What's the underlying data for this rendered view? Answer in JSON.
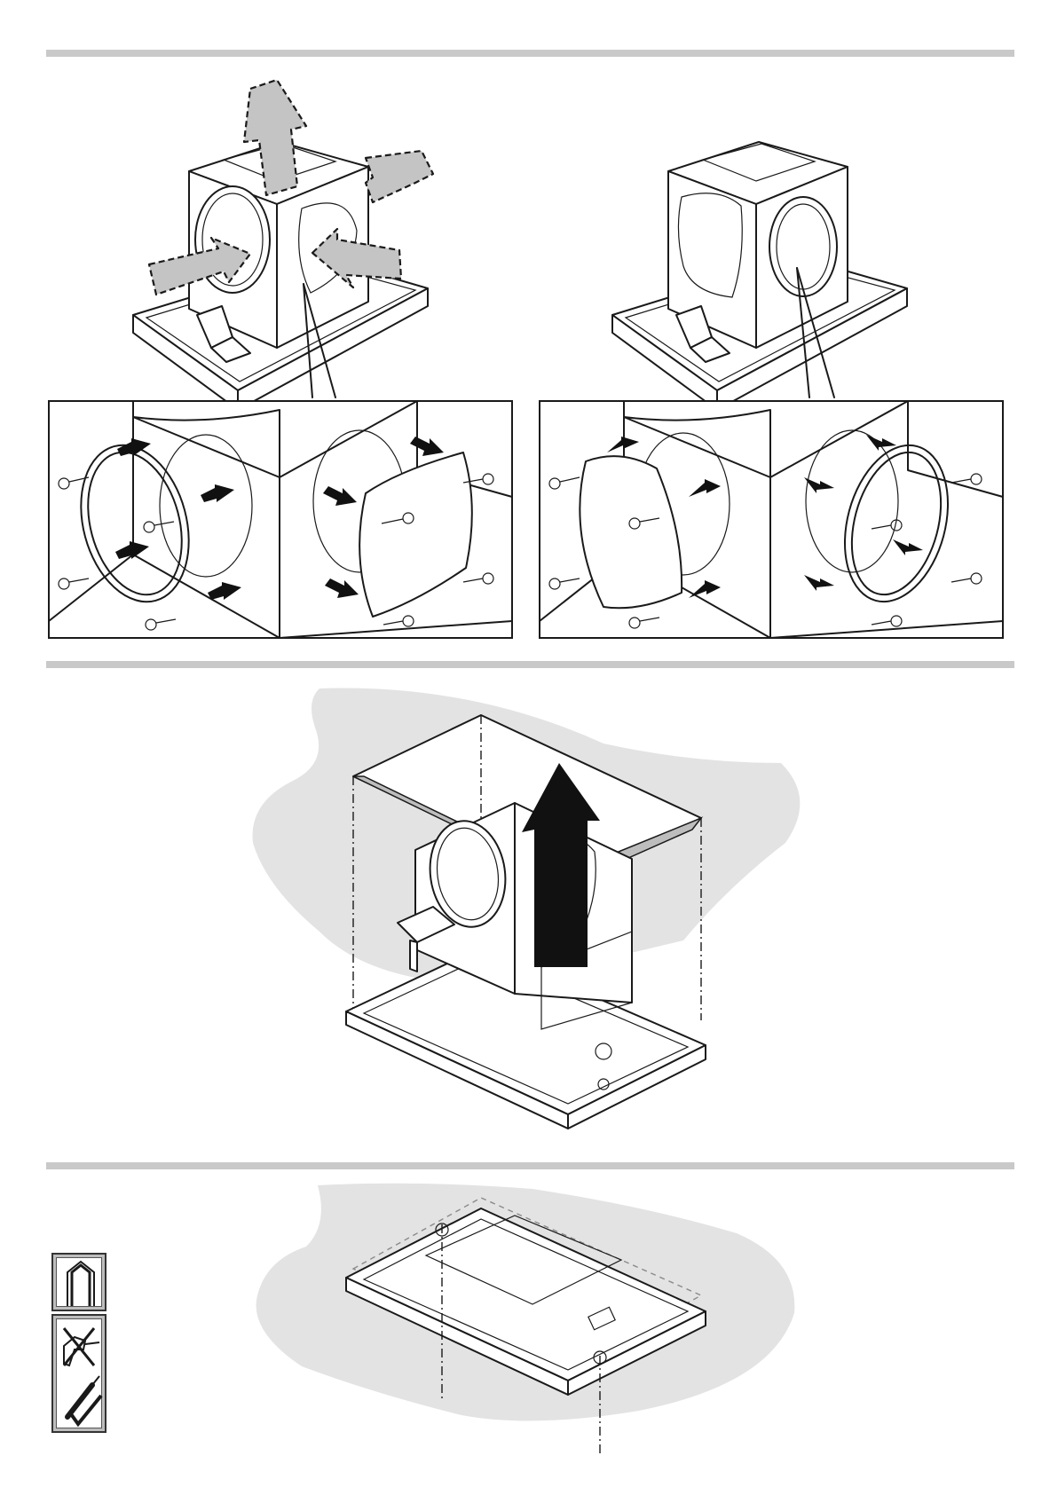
{
  "document": {
    "type": "installation-diagram",
    "sections": [
      {
        "id": "section-1",
        "description_items": [
          "exhaust-outlet-options",
          "detail-remove-ring-and-plate",
          "detail-swap-ring-and-plate"
        ]
      },
      {
        "id": "section-2",
        "description_items": [
          "insert-hood-into-ceiling-cutout"
        ]
      },
      {
        "id": "section-3",
        "description_items": [
          "screw-fixing-to-ceiling"
        ]
      }
    ],
    "icons": [
      "hood-outline-icon",
      "no-power-tool-icon",
      "screwdriver-ok-icon"
    ],
    "colors": {
      "divider": "#c9c9c9",
      "arrow_gray": "#c4c4c4",
      "ceiling_gray": "#e3e3e3",
      "arrow_black": "#111111",
      "line": "#1a1a1a"
    }
  }
}
